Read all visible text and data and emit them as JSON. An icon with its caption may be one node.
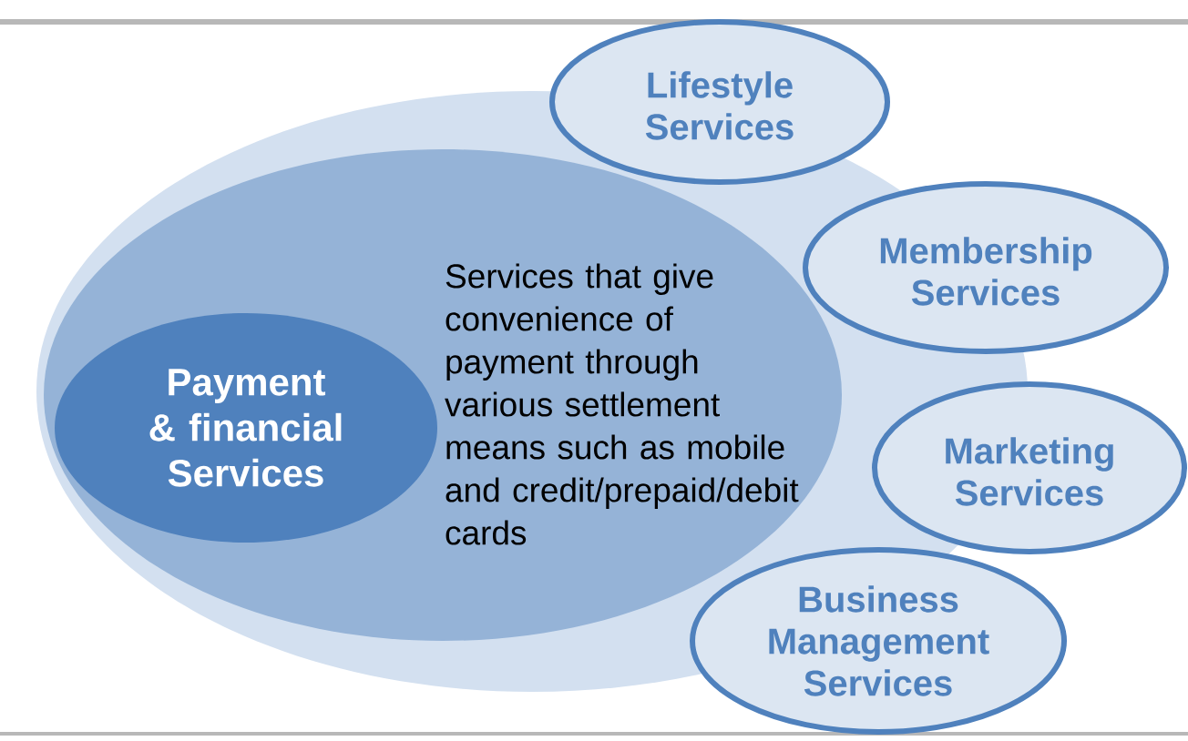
{
  "diagram": {
    "nodes": [
      {
        "text": [],
        "shape": "ellipse"
      },
      {
        "text": [
          "Services that give convenience of payment through various settlement means such as mobile and credit/prepaid/debit cards"
        ],
        "in": 0
      },
      {
        "text": [
          "Payment & financial Services"
        ],
        "in": 1
      },
      {
        "text": [
          "Lifestyle Services"
        ]
      },
      {
        "text": [
          "Membership Services"
        ]
      },
      {
        "text": [
          "Marketing Services"
        ]
      },
      {
        "text": [
          "Business Management Services"
        ]
      }
    ]
  }
}
